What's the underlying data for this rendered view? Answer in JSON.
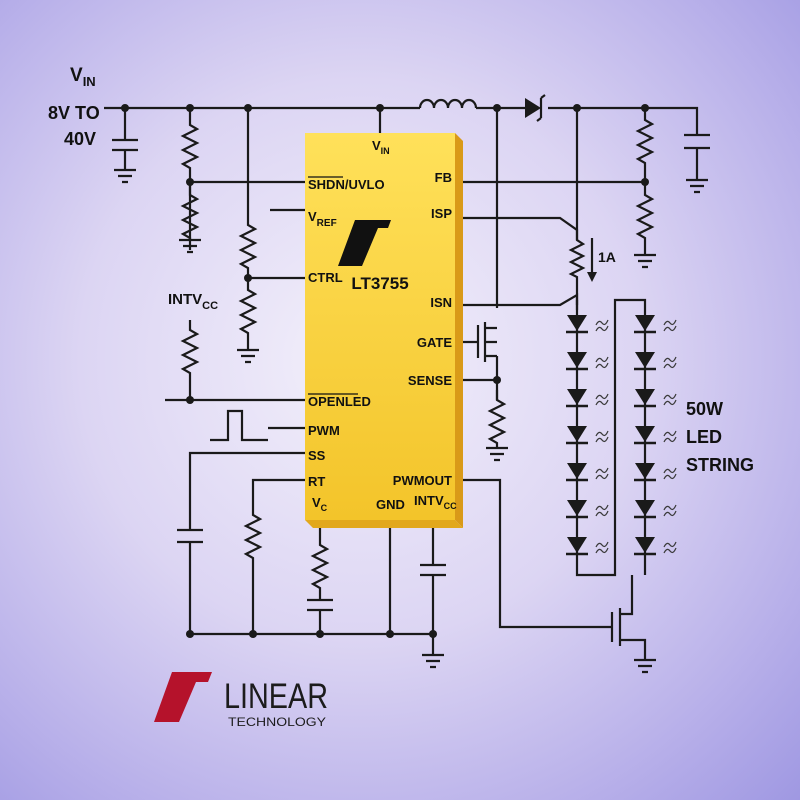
{
  "colors": {
    "chip_fill": "#f7d23c",
    "chip_edge": "#e6a418",
    "logo_red": "#b5122b",
    "wire": "#1a1a1a",
    "background": "#d8d0f1"
  },
  "labels": {
    "vin_main": "V",
    "vin_sub": "IN",
    "vin_range1": "8V TO",
    "vin_range2": "40V",
    "intvcc_main": "INTV",
    "intvcc_sub": "CC",
    "current": "1A",
    "led1": "50W",
    "led2": "LED",
    "led3": "STRING"
  },
  "chip": {
    "name": "LT3755",
    "pins": {
      "vin_main": "V",
      "vin_sub": "IN",
      "shdn": "SHDN/UVLO",
      "vref_main": "V",
      "vref_sub": "REF",
      "ctrl": "CTRL",
      "openled": "OPENLED",
      "pwm": "PWM",
      "ss": "SS",
      "rt": "RT",
      "vc_main": "V",
      "vc_sub": "C",
      "gnd": "GND",
      "intvcc_main": "INTV",
      "intvcc_sub": "CC",
      "pwmout": "PWMOUT",
      "fb": "FB",
      "isp": "ISP",
      "isn": "ISN",
      "gate": "GATE",
      "sense": "SENSE"
    }
  },
  "logo": {
    "line1": "LINEAR",
    "line2": "TECHNOLOGY",
    "icon": "lt-logo-icon"
  }
}
